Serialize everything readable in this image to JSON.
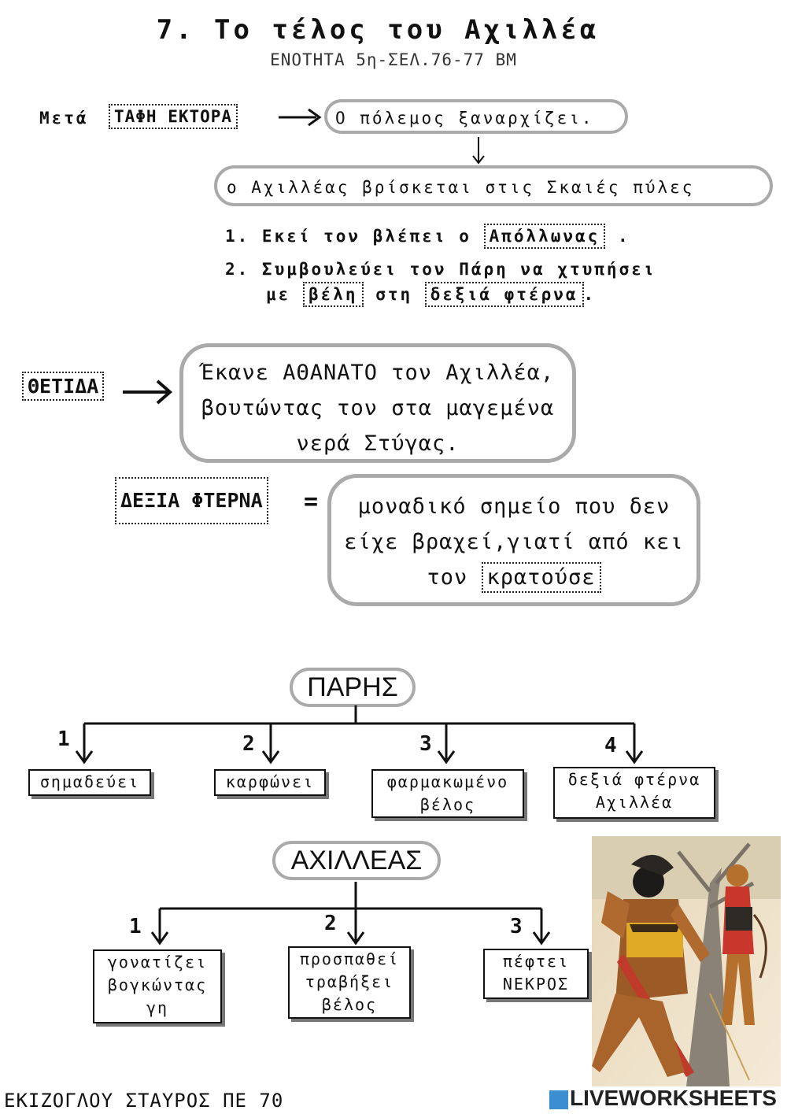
{
  "header": {
    "title": "7. Το τέλος του Αχιλλέα",
    "subtitle": "ΕΝΟΤΗΤΑ 5η-ΣΕΛ.76-77 ΒΜ"
  },
  "flow": {
    "after_label": "Μετά",
    "after_blank": "ΤΑΦΗ ΕΚΤΟΡΑ",
    "war_restarts": "Ο πόλεμος ξαναρχίζει.",
    "achilles_gates": "ο Αχιλλέας βρίσκεται στις Σκαιές πύλες",
    "item1_prefix": "1. Εκεί τον βλέπει ο",
    "item1_blank": "Απόλλωνας",
    "item1_suffix": " .",
    "item2_line1": "2. Συμβουλεύει τον Πάρη να χτυπήσει",
    "item2_pre": "με",
    "item2_blank1": "βέλη",
    "item2_mid": "στη",
    "item2_blank2": "δεξιά φτέρνα",
    "item2_end": "."
  },
  "thetis": {
    "label": "ΘΕΤΙΔΑ",
    "line1": "Έκανε ΑΘΑΝΑΤΟ τον Αχιλλέα,",
    "line2": "βουτώντας τον στα μαγεμένα",
    "line3": "νερά Στύγας."
  },
  "heel": {
    "label": "ΔΕΞΙΑ ΦΤΕΡΝΑ",
    "equals": "=",
    "line1": "μοναδικό σημείο που  δεν",
    "line2": "είχε βραχεί,γιατί από κει",
    "line3_pre": "τον",
    "line3_blank": "κρατούσε"
  },
  "paris": {
    "title": "ΠΑΡΗΣ",
    "steps": [
      {
        "num": "1",
        "text": "σημαδεύει"
      },
      {
        "num": "2",
        "text": "καρφώνει"
      },
      {
        "num": "3",
        "line1": "φαρμακωμένο",
        "line2": "βέλος"
      },
      {
        "num": "4",
        "line1": "δεξιά φτέρνα",
        "line2": "Αχιλλέα"
      }
    ]
  },
  "achilles": {
    "title": "ΑΧΙΛΛΕΑΣ",
    "steps": [
      {
        "num": "1",
        "line1": "γονατίζει",
        "line2": "βογκώντας",
        "line3": "γη"
      },
      {
        "num": "2",
        "line1": "προσπαθεί",
        "line2": "τραβήξει",
        "line3": "βέλος"
      },
      {
        "num": "3",
        "line1": "πέφτει",
        "line2": "ΝΕΚΡΟΣ"
      }
    ]
  },
  "footer": {
    "author": "ΕΚΙΖΟΓΛΟΥ ΣΤΑΥΡΟΣ ΠΕ 70",
    "watermark": "LIVEWORKSHEETS"
  },
  "colors": {
    "pill_border": "#aaaaaa",
    "ink": "#111111",
    "logo_blue": "#3b8ed0"
  }
}
